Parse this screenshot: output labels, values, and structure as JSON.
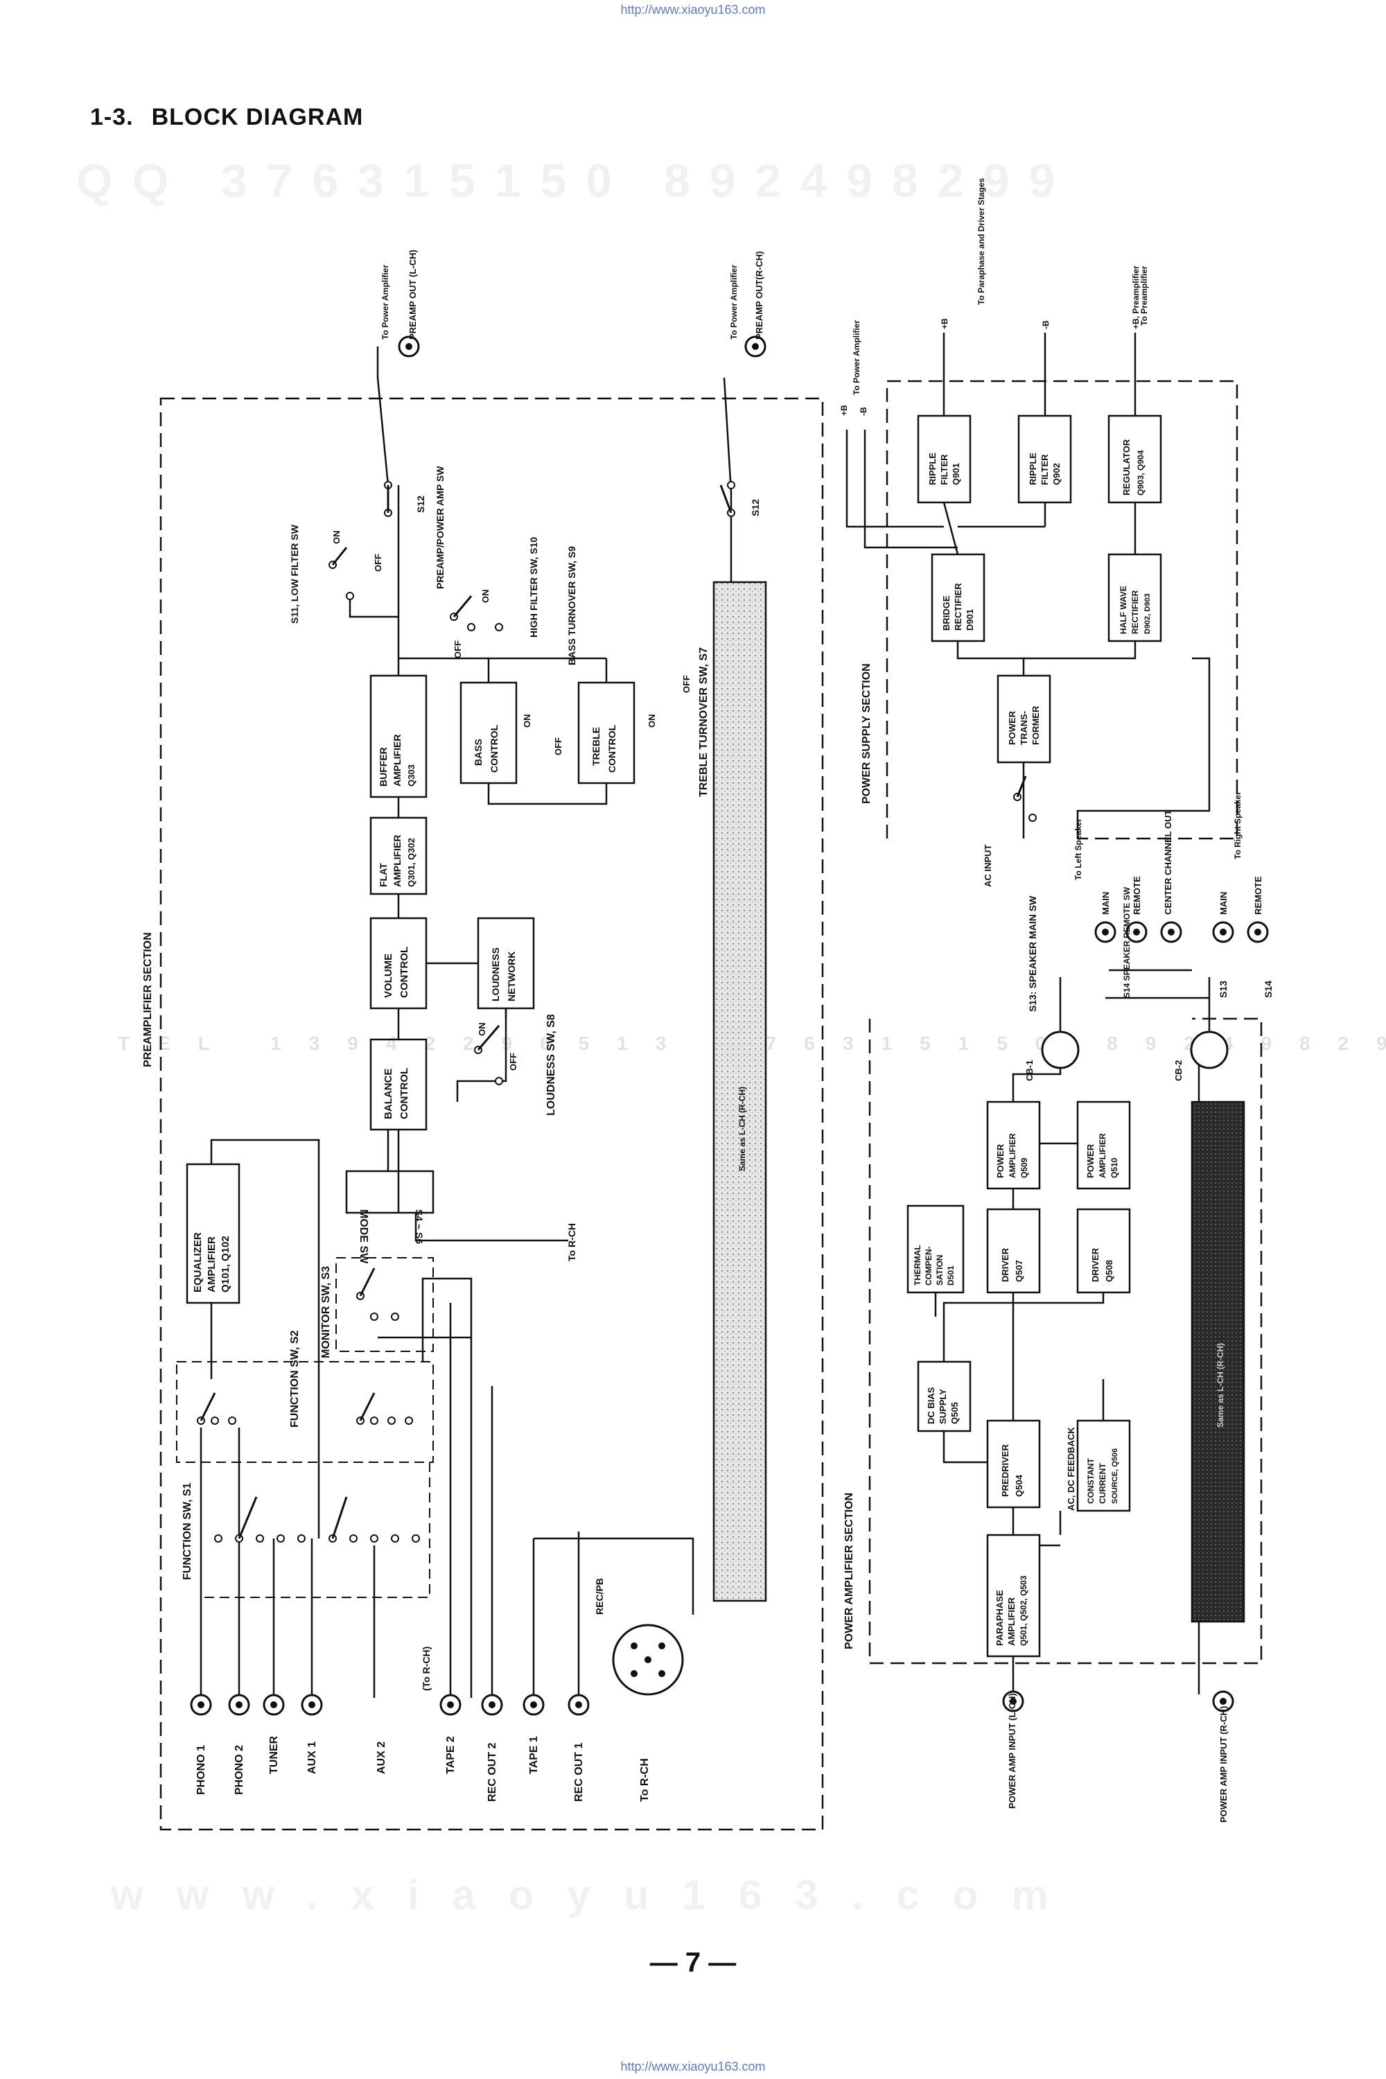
{
  "header": {
    "source_url": "http://www.xiaoyu163.com",
    "section_number": "1-3.",
    "section_title": "BLOCK DIAGRAM"
  },
  "watermarks": {
    "top": "QQ 376315150 892498299",
    "middle": "TEL 13942296513 376315150 892498299",
    "bottom": "www.xiaoyu163.com"
  },
  "footer": {
    "page_number": "— 7 —",
    "source_url": "http://www.xiaoyu163.com"
  },
  "diagram": {
    "sections": {
      "preamp": "PREAMPLIFIER SECTION",
      "power_supply": "POWER SUPPLY SECTION",
      "power_amp": "POWER AMPLIFIER SECTION"
    },
    "inputs": [
      "PHONO 1",
      "PHONO 2",
      "TUNER",
      "AUX 1",
      "AUX 2",
      "TAPE 2",
      "REC OUT 2",
      "TAPE 1",
      "REC OUT 1",
      "To R-CH"
    ],
    "to_rch_small": "(To R-CH)",
    "recpb": "REC/PB",
    "switches": {
      "function_s1": "FUNCTION SW, S1",
      "function_s2": "FUNCTION SW, S2",
      "monitor_s3": "MONITOR SW, S3",
      "mode_label": "MODE SW",
      "mode_range": "S4 ~ S6",
      "loudness_s8": "LOUDNESS SW, S8",
      "treble_turnover_s7": "TREBLE TURNOVER SW, S7",
      "bass_turnover_s9": "BASS TURNOVER SW, S9",
      "high_filter_s10": "HIGH FILTER SW, S10",
      "low_filter_s11": "S11, LOW FILTER SW",
      "preamp_power_s12": "PREAMP/POWER AMP SW",
      "s12": "S12",
      "speaker_main_s13": "S13: SPEAKER MAIN SW",
      "speaker_remote_s14": "S14 SPEAKER REMOTE SW",
      "s13": "S13",
      "s14": "S14",
      "on": "ON",
      "off": "OFF"
    },
    "blocks": {
      "equalizer_l1": "EQUALIZER",
      "equalizer_l2": "AMPLIFIER",
      "equalizer_l3": "Q101, Q102",
      "balance_l1": "BALANCE",
      "balance_l2": "CONTROL",
      "volume_l1": "VOLUME",
      "volume_l2": "CONTROL",
      "loudness_l1": "LOUDNESS",
      "loudness_l2": "NETWORK",
      "flat_l1": "FLAT",
      "flat_l2": "AMPLIFIER",
      "flat_l3": "Q301, Q302",
      "buffer_l1": "BUFFER",
      "buffer_l2": "AMPLIFIER",
      "buffer_l3": "Q303",
      "bass_l1": "BASS",
      "bass_l2": "CONTROL",
      "treble_l1": "TREBLE",
      "treble_l2": "CONTROL",
      "same_lch": "Same as L-CH (R-CH)",
      "bridge_l1": "BRIDGE",
      "bridge_l2": "RECTIFIER",
      "bridge_l3": "D901",
      "ripple1_l1": "RIPPLE",
      "ripple1_l2": "FILTER",
      "ripple1_l3": "Q901",
      "ripple2_l1": "RIPPLE",
      "ripple2_l2": "FILTER",
      "ripple2_l3": "Q902",
      "halfwave_l1": "HALF WAVE",
      "halfwave_l2": "RECTIFIER",
      "halfwave_l3": "D902, D903",
      "regulator_l1": "REGULATOR",
      "regulator_l2": "Q903, Q904",
      "transformer_l1": "POWER",
      "transformer_l2": "TRANS-",
      "transformer_l3": "FORMER",
      "paraphase_l1": "PARAPHASE",
      "paraphase_l2": "AMPLIFIER",
      "paraphase_l3": "Q501, Q502, Q503",
      "predriver_l1": "PREDRIVER",
      "predriver_l2": "Q504",
      "dcbias_l1": "DC BIAS",
      "dcbias_l2": "SUPPLY",
      "dcbias_l3": "Q505",
      "constcurrent_l1": "CONSTANT",
      "constcurrent_l2": "CURRENT",
      "constcurrent_l3": "SOURCE, Q506",
      "thermal_l1": "THERMAL",
      "thermal_l2": "COMPEN-",
      "thermal_l3": "SATION",
      "thermal_l4": "D501",
      "driver1_l1": "DRIVER",
      "driver1_l2": "Q507",
      "driver2_l1": "DRIVER",
      "driver2_l2": "Q508",
      "poweramp1_l1": "POWER",
      "poweramp1_l2": "AMPLIFIER",
      "poweramp1_l3": "Q509",
      "poweramp2_l1": "POWER",
      "poweramp2_l2": "AMPLIFIER",
      "poweramp2_l3": "Q510",
      "same_rch_power": "Same as L-CH (R-CH)"
    },
    "labels": {
      "to_rch": "To R-CH",
      "to_power_amp": "To Power Amplifier",
      "preamp_out_l": "PREAMP OUT (L-CH)",
      "preamp_out_r": "PREAMP OUT(R-CH)",
      "to_paraphase": "To Paraphase and Driver Stages",
      "to_preamp": "To Preamplifier",
      "eb_plus": "+B",
      "eb_minus": "-B",
      "eb_preamp": "+B, Preamplifier",
      "ac_input": "AC INPUT",
      "to_left_speaker": "To Left Speaker",
      "to_right_speaker": "To Right Speaker",
      "main": "MAIN",
      "remote": "REMOTE",
      "center_channel": "CENTER CHANNEL OUT",
      "cb1": "CB-1",
      "cb2": "CB-2",
      "ac_dc_feedback": "AC, DC FEEDBACK",
      "power_amp_input_l": "POWER AMP INPUT (L-CH)",
      "power_amp_input_r": "POWER AMP INPUT (R-CH)"
    }
  }
}
